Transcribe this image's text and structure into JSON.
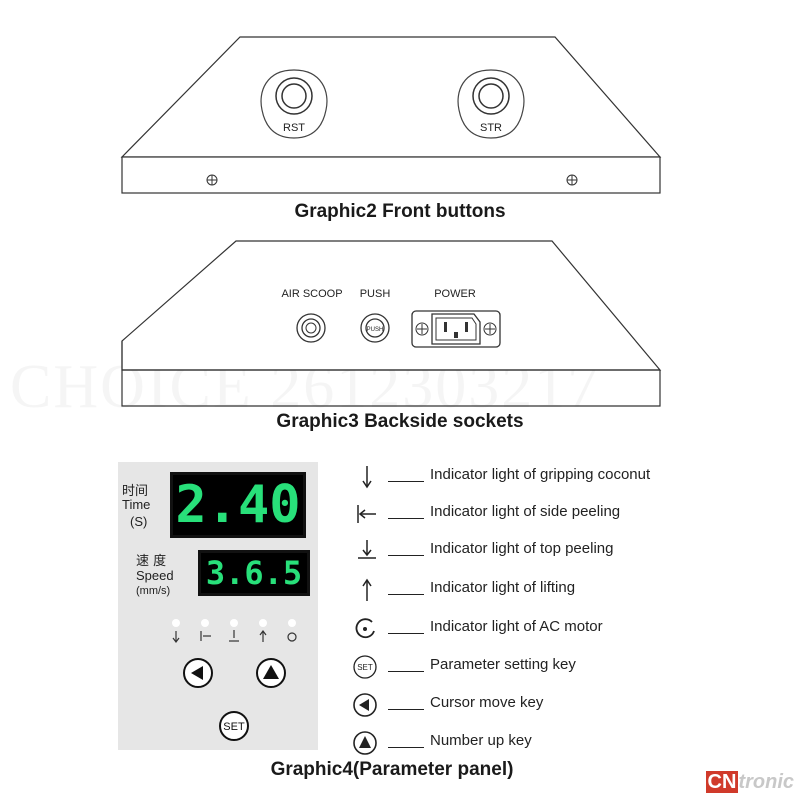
{
  "graphic2": {
    "caption": "Graphic2 Front buttons",
    "buttons": [
      {
        "label": "RST"
      },
      {
        "label": "STR"
      }
    ]
  },
  "graphic3": {
    "caption": "Graphic3 Backside sockets",
    "sockets": [
      {
        "label": "AIR SCOOP"
      },
      {
        "label": "PUSH"
      },
      {
        "label": "POWER"
      }
    ],
    "push_text": "PUSH"
  },
  "graphic4": {
    "caption": "Graphic4(Parameter panel)",
    "time": {
      "label_cn": "时间",
      "label_en": "Time",
      "unit": "(S)",
      "display": "2.40"
    },
    "speed": {
      "label_cn": "速 度",
      "label_en": "Speed",
      "unit": "(mm/s)",
      "display": "3.6.5"
    },
    "set_key_label": "SET",
    "legend": [
      {
        "icon": "gripping-arrow-icon",
        "text": "Indicator light of gripping coconut"
      },
      {
        "icon": "side-peeling-icon",
        "text": "Indicator light of side peeling"
      },
      {
        "icon": "top-peeling-icon",
        "text": "Indicator light of top peeling"
      },
      {
        "icon": "lifting-arrow-icon",
        "text": "Indicator light of lifting"
      },
      {
        "icon": "ac-motor-icon",
        "text": "Indicator light of AC motor"
      },
      {
        "icon": "set-key-icon",
        "text": "Parameter setting key"
      },
      {
        "icon": "cursor-left-icon",
        "text": "Cursor move key"
      },
      {
        "icon": "number-up-icon",
        "text": "Number up key"
      }
    ]
  },
  "watermark": "CHOICE 2612303217",
  "brand": {
    "prefix": "CN",
    "name": "tronic"
  }
}
